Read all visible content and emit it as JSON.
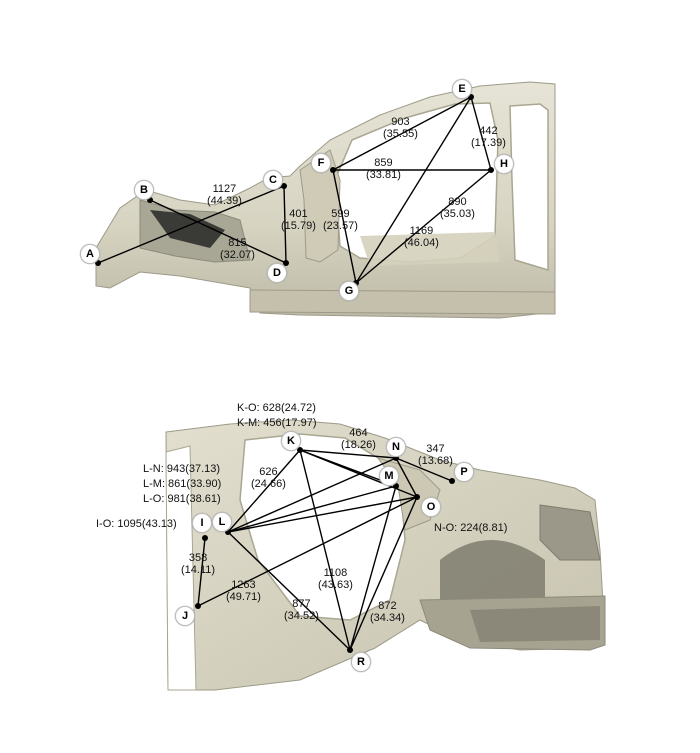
{
  "top_diagram": {
    "points": {
      "A": "A",
      "B": "B",
      "C": "C",
      "D": "D",
      "E": "E",
      "F": "F",
      "G": "G",
      "H": "H"
    },
    "measurements": {
      "ac": [
        "1127",
        "(44.39)"
      ],
      "bd": [
        "815",
        "(32.07)"
      ],
      "cd": [
        "401",
        "(15.79)"
      ],
      "fe": [
        "903",
        "(35.55)"
      ],
      "eh": [
        "442",
        "(17.39)"
      ],
      "fh": [
        "859",
        "(33.81)"
      ],
      "fg": [
        "599",
        "(23.57)"
      ],
      "eg": [
        "1169",
        "(46.04)"
      ],
      "hg": [
        "890",
        "(35.03)"
      ]
    }
  },
  "bottom_diagram": {
    "points": {
      "I": "I",
      "J": "J",
      "K": "K",
      "L": "L",
      "M": "M",
      "N": "N",
      "O": "O",
      "P": "P",
      "R": "R"
    },
    "measurements": {
      "kn": [
        "464",
        "(18.26)"
      ],
      "np": [
        "347",
        "(13.68)"
      ],
      "kl": [
        "626",
        "(24.66)"
      ],
      "ij": [
        "358",
        "(14.11)"
      ],
      "jo": [
        "1263",
        "(49.71)"
      ],
      "kr": [
        "1108",
        "(43.63)"
      ],
      "lr": [
        "877",
        "(34.52)"
      ],
      "or": [
        "872",
        "(34.34)"
      ]
    },
    "legends": {
      "ko": "K-O: 628(24.72)",
      "km": "K-M: 456(17.97)",
      "ln": "L-N: 943(37.13)",
      "lm": "L-M: 861(33.90)",
      "lo": "L-O: 981(38.61)",
      "io": "I-O: 1095(43.13)",
      "no": "N-O: 224(8.81)"
    }
  }
}
